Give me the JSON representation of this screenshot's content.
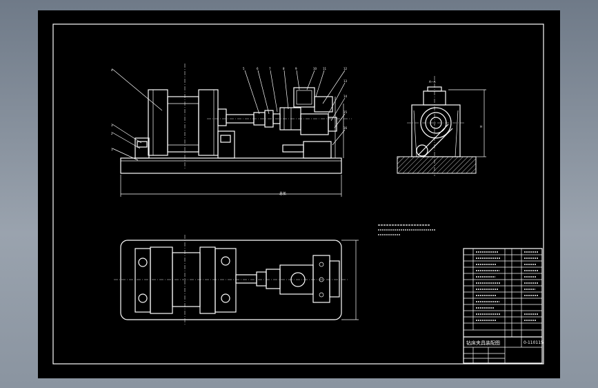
{
  "drawing": {
    "title_block": {
      "drawing_name": "钻床夹具装配图",
      "drawing_number": "0-110115"
    },
    "dimension_total": "总长",
    "theme": {
      "viewport": "#000000",
      "lines": "#ffffff",
      "background": "#8b95a1"
    }
  }
}
